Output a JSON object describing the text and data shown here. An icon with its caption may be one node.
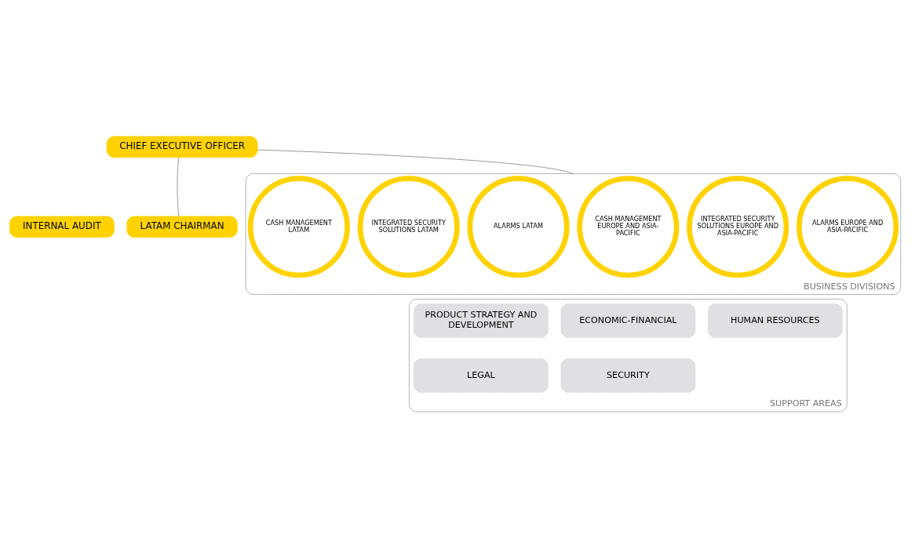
{
  "diagram": {
    "nodes": [
      {
        "text": [
          "CHIEF EXECUTIVE OFFICER"
        ]
      },
      {
        "text": [
          "INTERNAL AUDIT"
        ]
      },
      {
        "text": [
          "LATAM CHAIRMAN"
        ]
      },
      {
        "text": [
          "BUSINESS DIVISIONS"
        ]
      },
      {
        "text": [
          "CASH MANAGEMENT LATAM"
        ],
        "in": 3
      },
      {
        "text": [
          "INTEGRATED SECURITY SOLUTIONS LATAM"
        ],
        "in": 3
      },
      {
        "text": [
          "ALARMS LATAM"
        ],
        "in": 3
      },
      {
        "text": [
          "CASH MANAGEMENT EUROPE AND ASIA-PACIFIC"
        ],
        "in": 3
      },
      {
        "text": [
          "INTEGRATED SECURITY SOLUTIONS EUROPE AND ASIA-PACIFIC"
        ],
        "in": 3
      },
      {
        "text": [
          "ALARMS EUROPE AND ASIA-PACIFIC"
        ],
        "in": 3
      },
      {
        "text": [
          "SUPPORT AREAS"
        ]
      },
      {
        "text": [
          "PRODUCT STRATEGY AND DEVELOPMENT"
        ],
        "in": 10
      },
      {
        "text": [
          "ECONOMIC-FINANCIAL"
        ],
        "in": 10
      },
      {
        "text": [
          "HUMAN RESOURCES"
        ],
        "in": 10
      },
      {
        "text": [
          "LEGAL"
        ],
        "in": 10
      },
      {
        "text": [
          "SECURITY"
        ],
        "in": 10
      }
    ],
    "edges": [
      {
        "from": 0,
        "to": 2,
        "arrow": "none"
      },
      {
        "from": 0,
        "to": 3,
        "arrow": "none"
      }
    ]
  }
}
